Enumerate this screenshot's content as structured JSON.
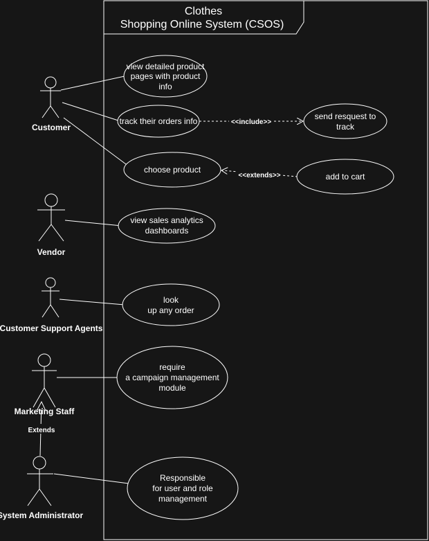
{
  "system": {
    "title_lines": [
      "Clothes",
      "Shopping Online System (CSOS)"
    ]
  },
  "actors": [
    {
      "id": "customer",
      "label": "Customer"
    },
    {
      "id": "vendor",
      "label": "Vendor"
    },
    {
      "id": "support",
      "label": "Customer Support Agents"
    },
    {
      "id": "marketing",
      "label": "Marketing Staff"
    },
    {
      "id": "admin",
      "label": "System Administrator"
    }
  ],
  "use_cases": [
    {
      "id": "view-product",
      "lines": [
        "view detailed product",
        "pages with product",
        "info"
      ]
    },
    {
      "id": "track-orders",
      "lines": [
        "track their orders info"
      ]
    },
    {
      "id": "send-request",
      "lines": [
        "send resquest to",
        "track"
      ]
    },
    {
      "id": "choose-product",
      "lines": [
        "choose product"
      ]
    },
    {
      "id": "add-to-cart",
      "lines": [
        "add to cart"
      ]
    },
    {
      "id": "sales-analytics",
      "lines": [
        "view sales analytics",
        "dashboards"
      ]
    },
    {
      "id": "lookup-order",
      "lines": [
        "look",
        "up any order"
      ]
    },
    {
      "id": "campaign-module",
      "lines": [
        "require",
        "a campaign management",
        "module"
      ]
    },
    {
      "id": "user-role-mgmt",
      "lines": [
        "Responsible",
        "for user and role",
        "management"
      ]
    }
  ],
  "relationships": {
    "include_label": "<<include>>",
    "extends_label": "<<extends>>",
    "generalization_label": "Extends"
  }
}
